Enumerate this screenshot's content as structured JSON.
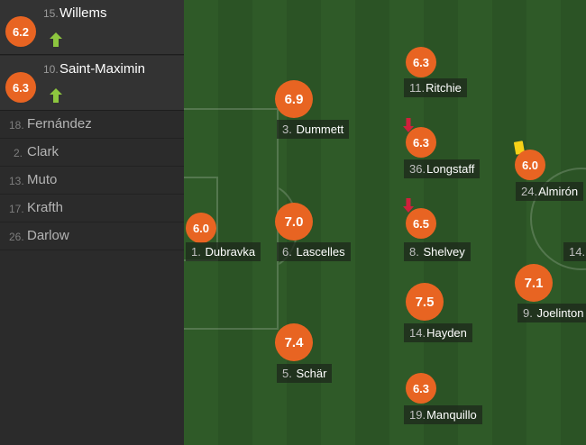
{
  "substitutes": [
    {
      "number": "15.",
      "name": "Willems",
      "rating": "6.2"
    },
    {
      "number": "10.",
      "name": "Saint-Maximin",
      "rating": "6.3"
    }
  ],
  "bench": [
    {
      "number": "18.",
      "name": "Fernández"
    },
    {
      "number": "2.",
      "name": "Clark"
    },
    {
      "number": "13.",
      "name": "Muto"
    },
    {
      "number": "17.",
      "name": "Krafth"
    },
    {
      "number": "26.",
      "name": "Darlow"
    }
  ],
  "lineup": [
    {
      "number": "1.",
      "name": "Dubravka",
      "rating": "6.0"
    },
    {
      "number": "3.",
      "name": "Dummett",
      "rating": "6.9"
    },
    {
      "number": "6.",
      "name": "Lascelles",
      "rating": "7.0"
    },
    {
      "number": "5.",
      "name": "Schär",
      "rating": "7.4"
    },
    {
      "number": "11.",
      "name": "Ritchie",
      "rating": "6.3"
    },
    {
      "number": "36.",
      "name": "Longstaff",
      "rating": "6.3",
      "subbed_off": true
    },
    {
      "number": "8.",
      "name": "Shelvey",
      "rating": "6.5",
      "subbed_off": true
    },
    {
      "number": "14.",
      "name": "Hayden",
      "rating": "7.5"
    },
    {
      "number": "19.",
      "name": "Manquillo",
      "rating": "6.3"
    },
    {
      "number": "24.",
      "name": "Almirón",
      "rating": "6.0",
      "yellow_card": true
    },
    {
      "number": "9.",
      "name": "Joelinton",
      "rating": "7.1"
    },
    {
      "number": "14.",
      "name": ""
    }
  ],
  "colors": {
    "rating": "#e86422",
    "sub_in": "#8dc63f",
    "sub_out": "#d0203c",
    "yellow_card": "#f7d117"
  },
  "icons": {
    "sub_in": "arrow-up-icon",
    "sub_out": "arrow-down-icon",
    "card": "yellow-card-icon"
  }
}
